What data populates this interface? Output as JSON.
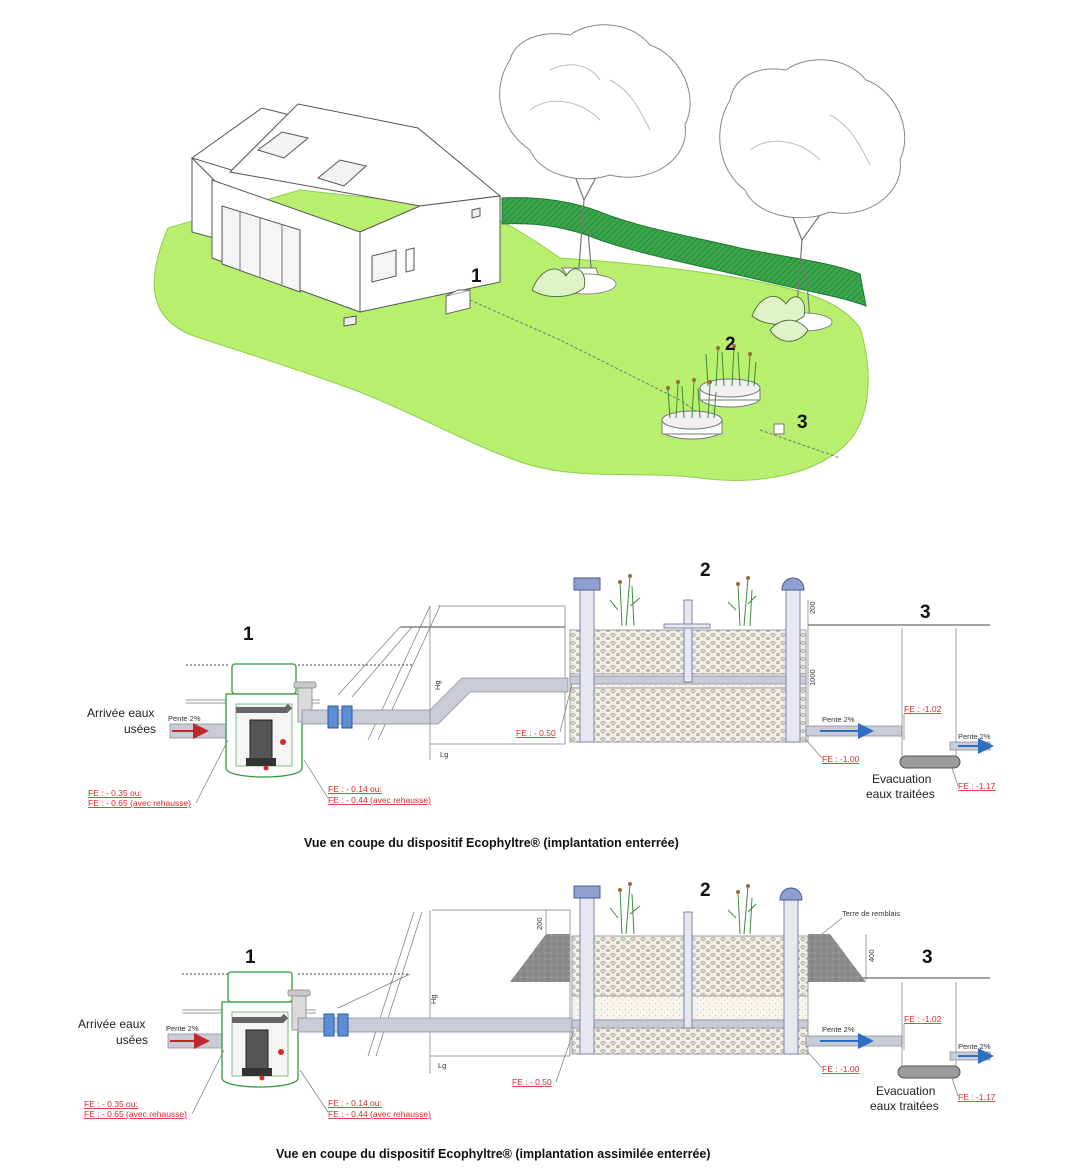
{
  "scene": {
    "markers": [
      "1",
      "2",
      "3"
    ]
  },
  "section1": {
    "caption": "Vue en coupe du dispositif Ecophyltre® (implantation enterrée)",
    "num1": "1",
    "num2": "2",
    "num3": "3",
    "inlet_label_1": "Arrivée eaux",
    "inlet_label_2": "usées",
    "slope_in": "Pente 2%",
    "slope_mid": "Pente 2%",
    "slope_out": "Pente 2%",
    "fe_tank_1": "FE : - 0.35 ou:",
    "fe_tank_2": "FE : - 0.65 (avec rehausse)",
    "fe_pump_1": "FE : - 0.14 ou:",
    "fe_pump_2": "FE : - 0.44 (avec rehausse)",
    "fe_filter_in": "FE : - 0.50",
    "fe_filter_out": "FE : -1.00",
    "fe_box_in": "FE : -1.02",
    "fe_box_out": "FE : -1.17",
    "hg": "Hg",
    "lg": "Lg",
    "dim_200": "200",
    "dim_1000": "1000",
    "outlet_label_1": "Evacuation",
    "outlet_label_2": "eaux traitées"
  },
  "section2": {
    "caption": "Vue en coupe du dispositif Ecophyltre® (implantation assimilée enterrée)",
    "num1": "1",
    "num2": "2",
    "num3": "3",
    "inlet_label_1": "Arrivée eaux",
    "inlet_label_2": "usées",
    "slope_in": "Pente 2%",
    "slope_mid": "Pente 2%",
    "slope_out": "Pente 2%",
    "fe_tank_1": "FE : - 0.35 ou:",
    "fe_tank_2": "FE : - 0.65 (avec rehausse)",
    "fe_pump_1": "FE : - 0.14 ou:",
    "fe_pump_2": "FE : - 0.44 (avec rehausse)",
    "fe_filter_in": "FE : - 0.50",
    "fe_filter_out": "FE : -1.00",
    "fe_box_in": "FE : -1.02",
    "fe_box_out": "FE : -1.17",
    "hg": "Hg",
    "lg": "Lg",
    "dim_200": "200",
    "dim_400": "400",
    "backfill": "Terre de remblais",
    "outlet_label_1": "Evacuation",
    "outlet_label_2": "eaux traitées"
  },
  "colors": {
    "lawn": "#b8ef6f",
    "hedge": "#3aa64b",
    "inlet_arrow": "#c0282c",
    "outlet_arrow": "#2f6fc0",
    "fe_text": "#d42a2a",
    "tank_outline": "#2e9a3a"
  }
}
